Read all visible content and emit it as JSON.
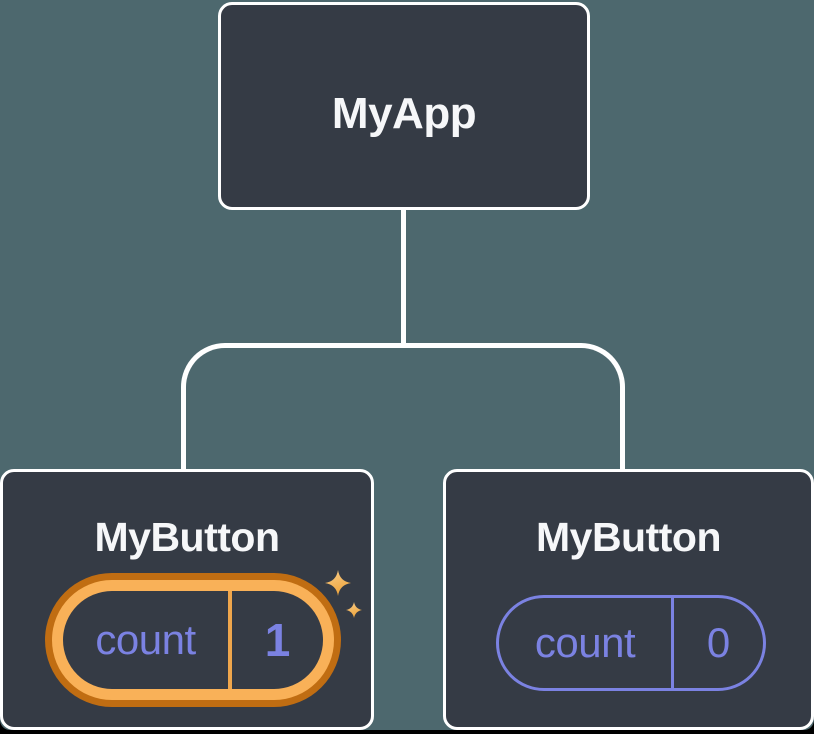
{
  "diagram": {
    "type": "component-tree",
    "root": {
      "label": "MyApp"
    },
    "children": [
      {
        "label": "MyButton",
        "state_name": "count",
        "state_value": "1",
        "highlighted": true
      },
      {
        "label": "MyButton",
        "state_name": "count",
        "state_value": "0",
        "highlighted": false
      }
    ]
  },
  "icons": {
    "sparkles": "four-point-stars"
  },
  "colors": {
    "background": "#4D686E",
    "node_fill": "#353B45",
    "node_border": "#FFFFFF",
    "connector": "#FFFFFF",
    "purple": "#7B82E2",
    "text_white": "#F6F7F9",
    "orange_light": "#F9B158",
    "orange_dark": "#C06D12",
    "orange_divider": "#EFA64C",
    "sparkle_light": "#F9CE8B",
    "sparkle_dark": "#EFA63E"
  }
}
